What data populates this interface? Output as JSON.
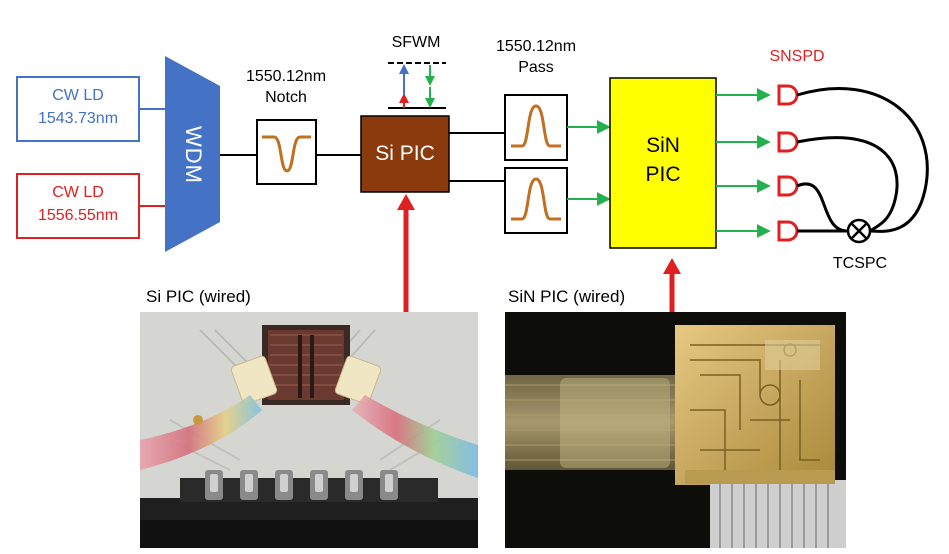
{
  "lasers": {
    "cw1_line1": "CW LD",
    "cw1_line2": "1543.73nm",
    "cw2_line1": "CW LD",
    "cw2_line2": "1556.55nm"
  },
  "wdm": {
    "label": "WDM"
  },
  "notch": {
    "line1": "1550.12nm",
    "line2": "Notch"
  },
  "si_pic": {
    "label": "Si PIC"
  },
  "sfwm": {
    "label": "SFWM"
  },
  "pass": {
    "line1": "1550.12nm",
    "line2": "Pass"
  },
  "sin_pic": {
    "line1": "SiN",
    "line2": "PIC"
  },
  "snspd": {
    "label": "SNSPD"
  },
  "tcspc": {
    "label": "TCSPC"
  },
  "photos": {
    "si_caption": "Si PIC (wired)",
    "sin_caption": "SiN PIC (wired)"
  },
  "colors": {
    "blue": "#4472c4",
    "red": "#e02020",
    "green": "#22b14c",
    "brown": "#8b3a0e",
    "yellow": "#ffff00",
    "filter_curve": "#c07020"
  }
}
